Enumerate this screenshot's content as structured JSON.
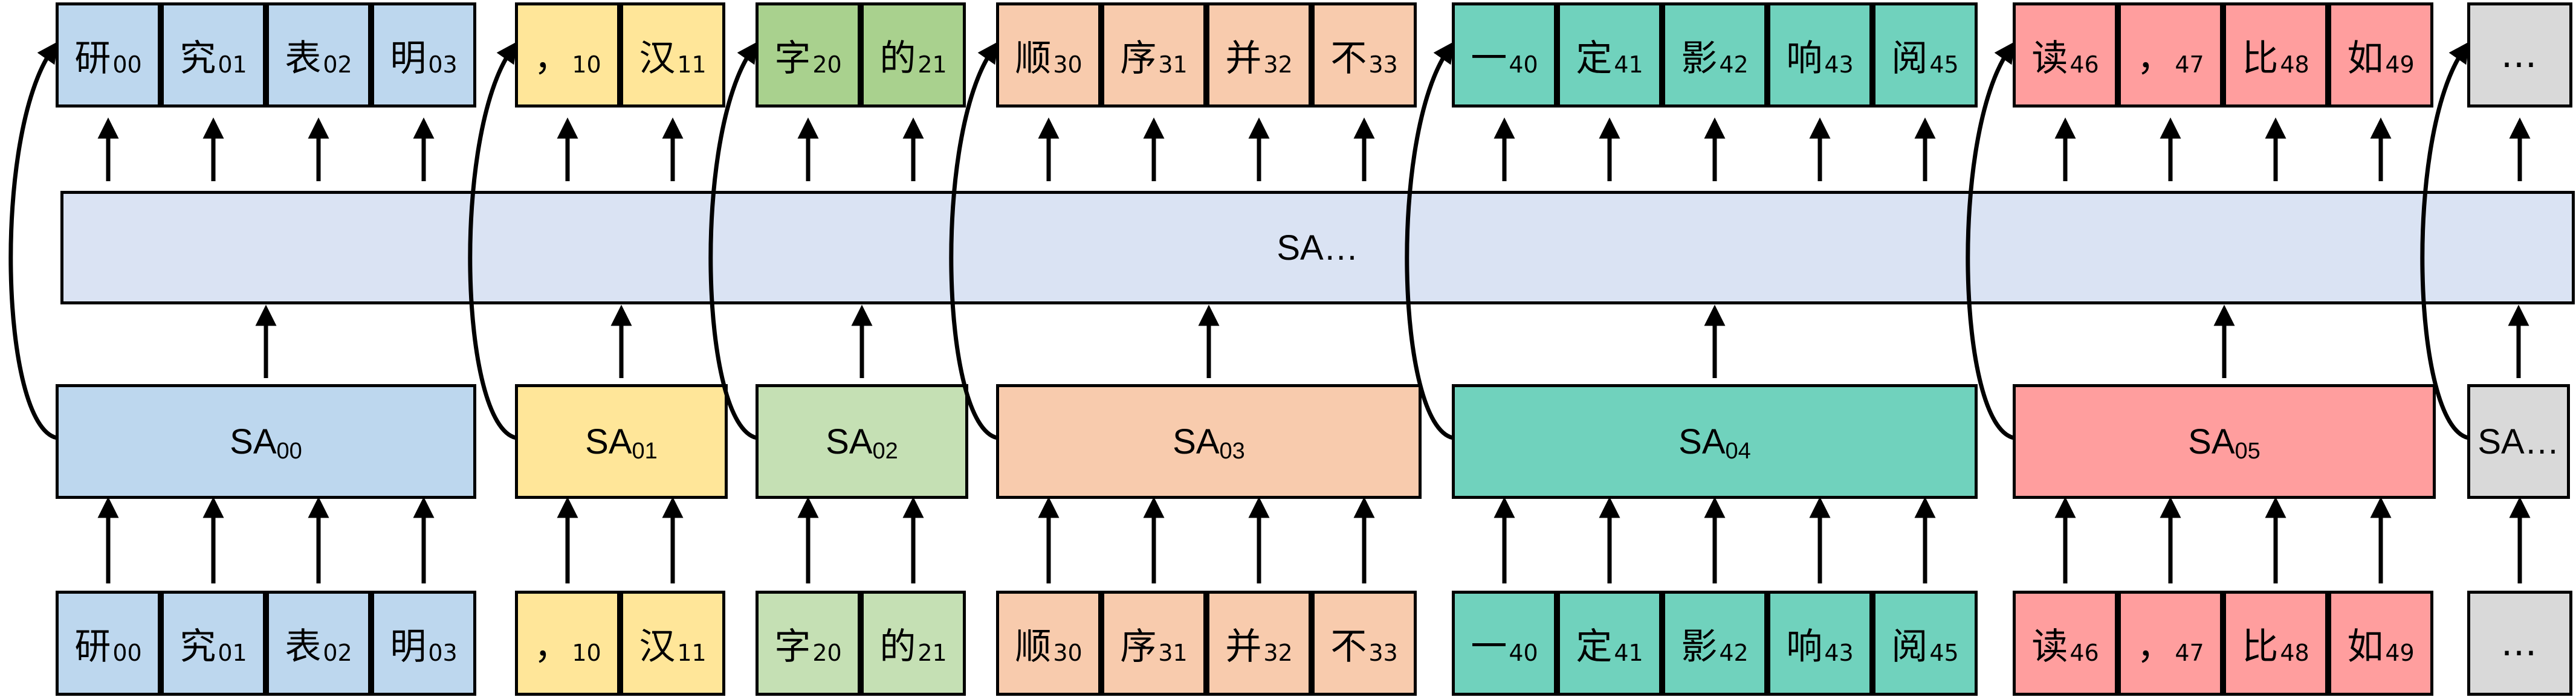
{
  "colors": {
    "g0": "#bdd7ee",
    "g1": "#ffe699",
    "g2_top": "#a9d18e",
    "g2": "#c5e0b4",
    "g3": "#f8cbad",
    "g4": "#70d2bd",
    "g5": "#ff9e9e",
    "g6": "#d9d9d9",
    "band": "#dae3f3"
  },
  "band": {
    "label": "SA…"
  },
  "groups": [
    {
      "block": {
        "base": "SA",
        "sub": "00"
      },
      "tokens": [
        {
          "char": "研",
          "sub": "00"
        },
        {
          "char": "究",
          "sub": "01"
        },
        {
          "char": "表",
          "sub": "02"
        },
        {
          "char": "明",
          "sub": "03"
        }
      ]
    },
    {
      "block": {
        "base": "SA",
        "sub": "01"
      },
      "tokens": [
        {
          "char": "，",
          "sub": "10"
        },
        {
          "char": "汉",
          "sub": "11"
        }
      ]
    },
    {
      "block": {
        "base": "SA",
        "sub": "02"
      },
      "tokens": [
        {
          "char": "字",
          "sub": "20"
        },
        {
          "char": "的",
          "sub": "21"
        }
      ]
    },
    {
      "block": {
        "base": "SA",
        "sub": "03"
      },
      "tokens": [
        {
          "char": "顺",
          "sub": "30"
        },
        {
          "char": "序",
          "sub": "31"
        },
        {
          "char": "并",
          "sub": "32"
        },
        {
          "char": "不",
          "sub": "33"
        }
      ]
    },
    {
      "block": {
        "base": "SA",
        "sub": "04"
      },
      "tokens": [
        {
          "char": "一",
          "sub": "40"
        },
        {
          "char": "定",
          "sub": "41"
        },
        {
          "char": "影",
          "sub": "42"
        },
        {
          "char": "响",
          "sub": "43"
        },
        {
          "char": "阅",
          "sub": "45"
        }
      ]
    },
    {
      "block": {
        "base": "SA",
        "sub": "05"
      },
      "tokens": [
        {
          "char": "读",
          "sub": "46"
        },
        {
          "char": "，",
          "sub": "47"
        },
        {
          "char": "比",
          "sub": "48"
        },
        {
          "char": "如",
          "sub": "49"
        }
      ]
    },
    {
      "block": {
        "base": "SA…",
        "sub": ""
      },
      "tokens": [
        {
          "char": "…",
          "sub": ""
        }
      ]
    }
  ]
}
